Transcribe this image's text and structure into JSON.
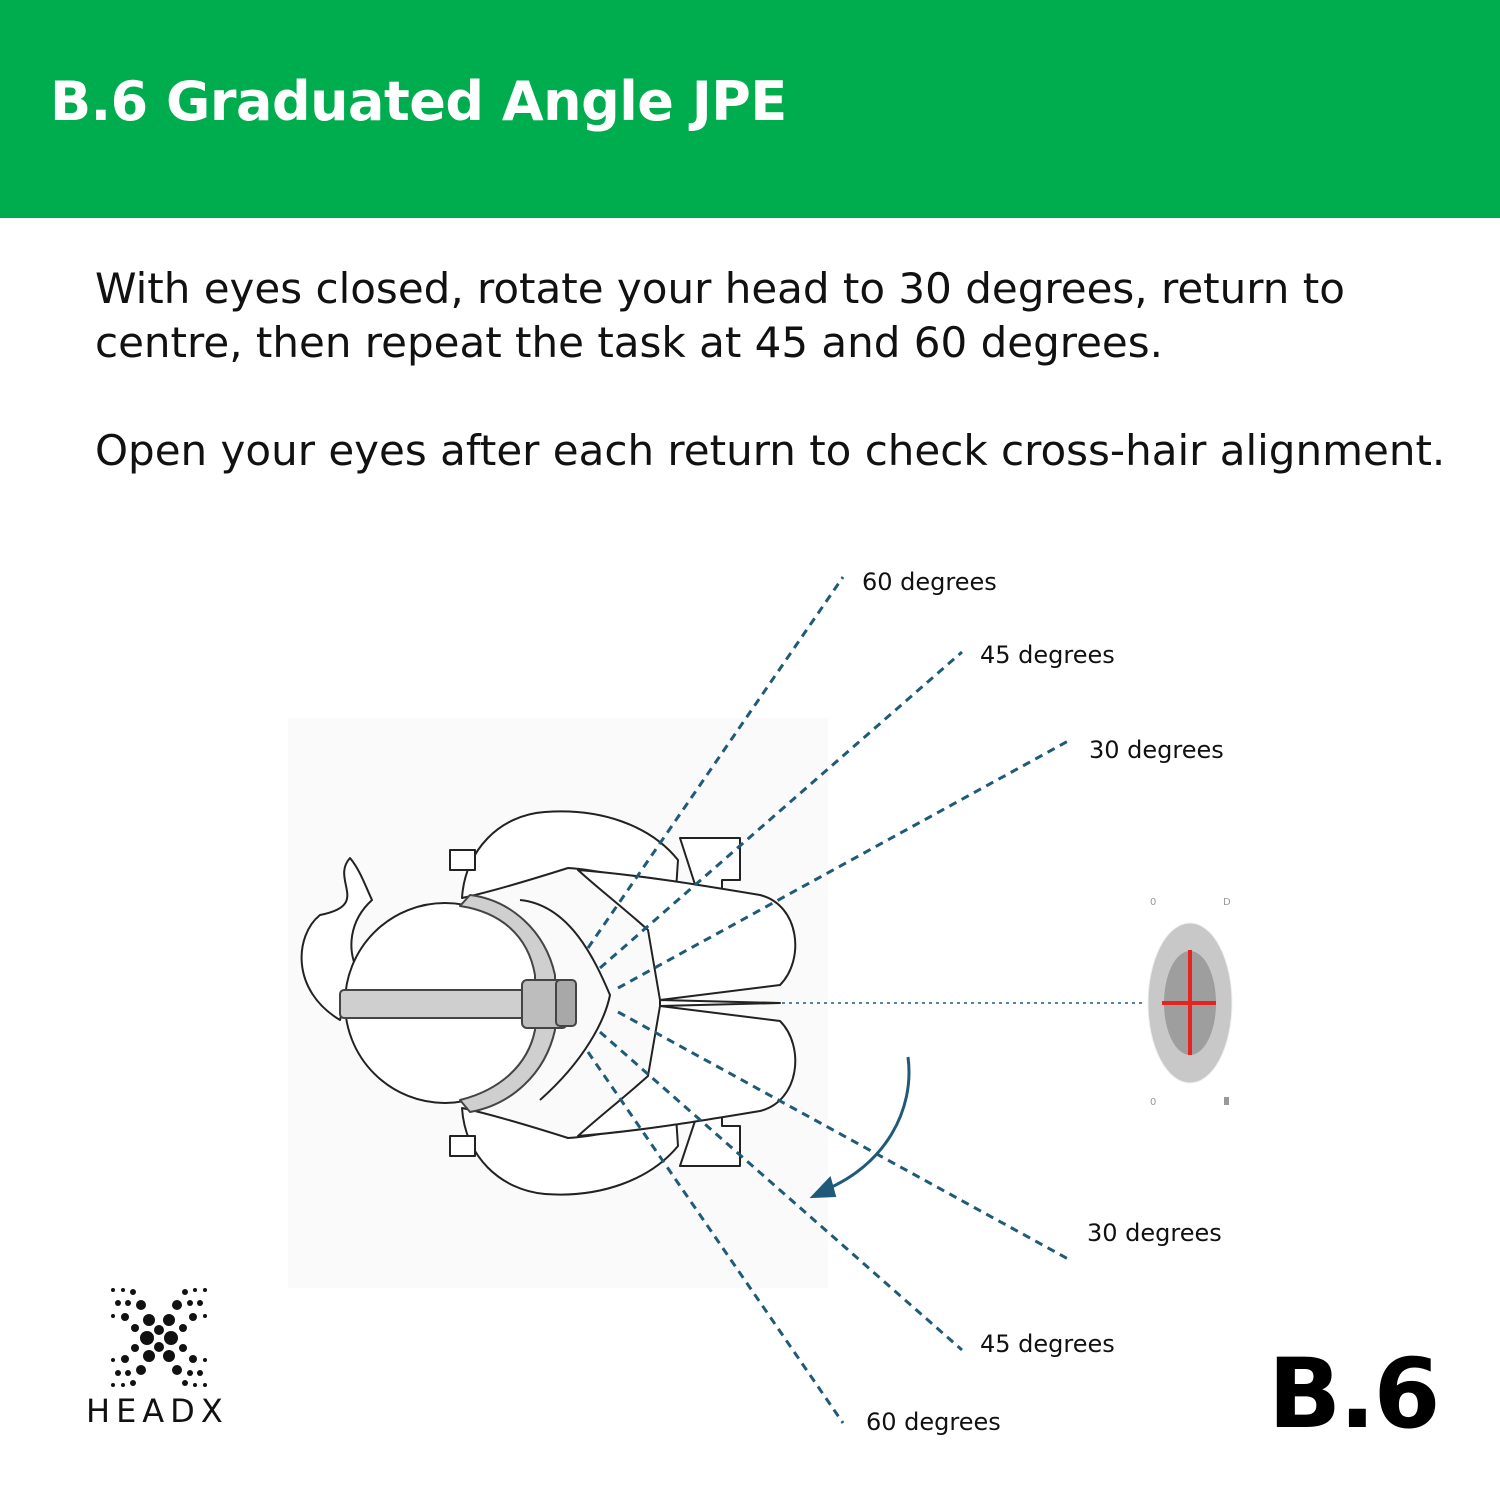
{
  "header": {
    "title": "B.6 Graduated Angle JPE",
    "background_color": "#00ad4e"
  },
  "instructions": {
    "paragraph_1": "With eyes closed, rotate your head to 30 degrees, return to centre, then repeat the task at 45 and 60 degrees.",
    "paragraph_2": "Open your eyes after each return to check cross-hair alignment."
  },
  "diagram": {
    "angle_labels": {
      "upper_60": "60 degrees",
      "upper_45": "45 degrees",
      "upper_30": "30 degrees",
      "lower_30": "30 degrees",
      "lower_45": "45 degrees",
      "lower_60": "60 degrees"
    },
    "line_color": "#1f5b78",
    "crosshair_color": "#e8231f",
    "icons": [
      "head-figure-icon",
      "rotation-arrow-icon",
      "crosshair-target-icon"
    ]
  },
  "brand": {
    "logo_text": "HEADX",
    "logo_icon": "headx-dot-x-icon"
  },
  "badge": {
    "code": "B.6"
  }
}
